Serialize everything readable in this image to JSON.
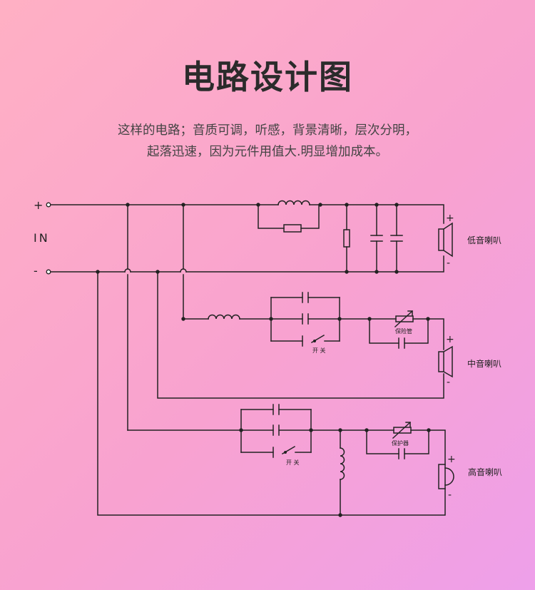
{
  "title": "电路设计图",
  "description": [
    "这样的电路；音质可调，听感，背景清晰，层次分明，",
    "起落迅速，因为元件用值大.明显增加成本。"
  ],
  "diagram": {
    "input": {
      "plus": "+",
      "minus": "-",
      "label": "IN"
    },
    "speakers": {
      "low": "低音喇叭",
      "mid": "中音喇叭",
      "high": "高音喇叭"
    },
    "terminals": {
      "plus": "+",
      "minus": "-"
    },
    "labels": {
      "mid_switch": "开 关",
      "high_switch": "开 关",
      "mid_fuse": "保险管",
      "high_protector": "保护器"
    }
  }
}
